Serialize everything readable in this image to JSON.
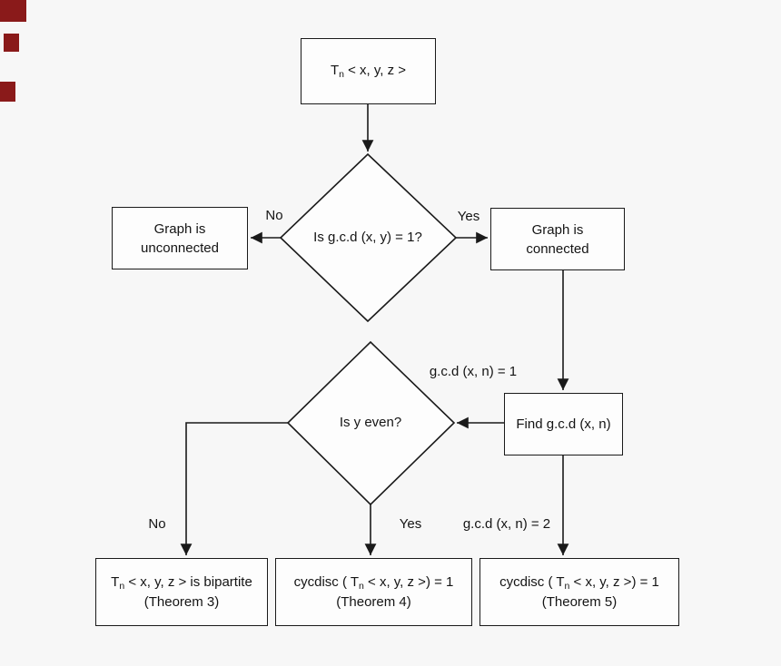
{
  "page": {
    "background": "#f7f7f7",
    "line_color": "#1a1a1a",
    "box_fill": "#fdfdfd",
    "marker_color": "#8a1a1a"
  },
  "nodes": {
    "start": {
      "pre": "T",
      "sub": "n",
      "rest": " < x, y, z >"
    },
    "decision1": {
      "label": "Is g.c.d (x, y) = 1?"
    },
    "unconnected": {
      "line1": "Graph is",
      "line2": "unconnected"
    },
    "connected": {
      "line1": "Graph is",
      "line2": "connected"
    },
    "find": {
      "label": "Find g.c.d (x, n)"
    },
    "decision2": {
      "label": "Is y even?"
    },
    "bipartite": {
      "pre": "T",
      "sub": "n",
      "rest": " < x, y, z > is bipartite",
      "line2": "(Theorem 3)"
    },
    "theorem4": {
      "pre": "cycdisc ( T",
      "sub": "n",
      "rest": " < x, y, z >) = 1",
      "line2": "(Theorem 4)"
    },
    "theorem5": {
      "pre": "cycdisc ( T",
      "sub": "n",
      "rest": " < x, y, z >) = 1",
      "line2": "(Theorem 5)"
    }
  },
  "edge_labels": {
    "decision1_no": "No",
    "decision1_yes": "Yes",
    "gcd_is_1": "g.c.d (x, n) = 1",
    "decision2_no": "No",
    "decision2_yes": "Yes",
    "gcd_is_2": "g.c.d (x, n) = 2"
  }
}
